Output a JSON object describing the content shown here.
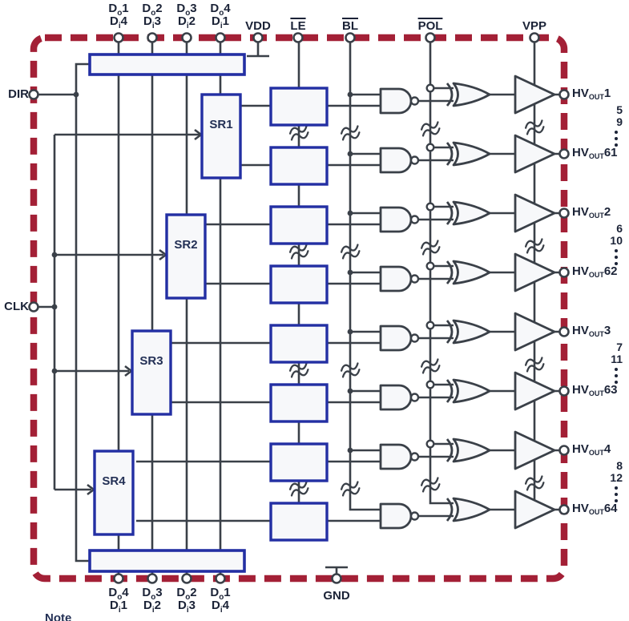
{
  "colors": {
    "boundary_red": "#A32036",
    "block_blue": "#232FA3",
    "wire_gray": "#3A4048",
    "text_navy": "#1B2337",
    "block_fill": "#F7F8FA"
  },
  "pins": {
    "top_data": [
      {
        "l1": {
          "b": "D",
          "s": "o",
          "n": "1"
        },
        "l2": {
          "b": "D",
          "s": "i",
          "n": "4"
        }
      },
      {
        "l1": {
          "b": "D",
          "s": "o",
          "n": "2"
        },
        "l2": {
          "b": "D",
          "s": "i",
          "n": "3"
        }
      },
      {
        "l1": {
          "b": "D",
          "s": "o",
          "n": "3"
        },
        "l2": {
          "b": "D",
          "s": "i",
          "n": "2"
        }
      },
      {
        "l1": {
          "b": "D",
          "s": "o",
          "n": "4"
        },
        "l2": {
          "b": "D",
          "s": "i",
          "n": "1"
        }
      }
    ],
    "top_ctrl": [
      {
        "label": "VDD",
        "overline": false
      },
      {
        "label": "LE",
        "overline": true
      },
      {
        "label": "BL",
        "overline": true
      },
      {
        "label": "POL",
        "overline": true
      },
      {
        "label": "VPP",
        "overline": false
      }
    ],
    "left": {
      "dir": "DIR",
      "clk": "CLK"
    },
    "bottom_data": [
      {
        "l1": {
          "b": "D",
          "s": "o",
          "n": "4"
        },
        "l2": {
          "b": "D",
          "s": "i",
          "n": "1"
        }
      },
      {
        "l1": {
          "b": "D",
          "s": "o",
          "n": "3"
        },
        "l2": {
          "b": "D",
          "s": "i",
          "n": "2"
        }
      },
      {
        "l1": {
          "b": "D",
          "s": "o",
          "n": "2"
        },
        "l2": {
          "b": "D",
          "s": "i",
          "n": "3"
        }
      },
      {
        "l1": {
          "b": "D",
          "s": "o",
          "n": "1"
        },
        "l2": {
          "b": "D",
          "s": "i",
          "n": "4"
        }
      }
    ],
    "gnd": "GND"
  },
  "shift_registers": [
    "SR1",
    "SR2",
    "SR3",
    "SR4"
  ],
  "outputs": [
    {
      "b": "HV",
      "s": "OUT",
      "n": "1",
      "stack": [
        "5",
        "9"
      ]
    },
    {
      "b": "HV",
      "s": "OUT",
      "n": "61",
      "stack": []
    },
    {
      "b": "HV",
      "s": "OUT",
      "n": "2",
      "stack": [
        "6",
        "10"
      ]
    },
    {
      "b": "HV",
      "s": "OUT",
      "n": "62",
      "stack": []
    },
    {
      "b": "HV",
      "s": "OUT",
      "n": "3",
      "stack": [
        "7",
        "11"
      ]
    },
    {
      "b": "HV",
      "s": "OUT",
      "n": "63",
      "stack": []
    },
    {
      "b": "HV",
      "s": "OUT",
      "n": "4",
      "stack": [
        "8",
        "12"
      ]
    },
    {
      "b": "HV",
      "s": "OUT",
      "n": "64",
      "stack": []
    }
  ],
  "note": "Note"
}
